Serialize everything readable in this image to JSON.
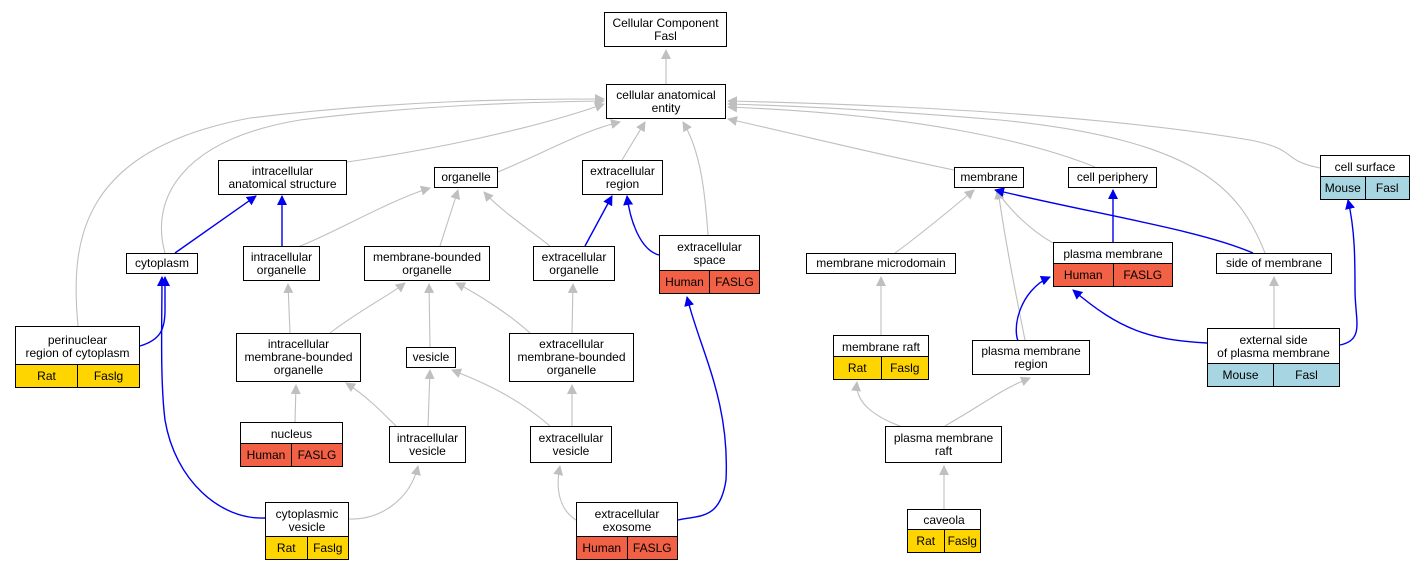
{
  "colors": {
    "edge_gray": "#bfbfbf",
    "edge_blue": "#0000ee",
    "Human": "#f26045",
    "Rat": "#ffd500",
    "Mouse": "#a8d5e2"
  },
  "nodes": {
    "cc_root": {
      "label": "Cellular Component\nFasl"
    },
    "cae": {
      "label": "cellular anatomical\nentity"
    },
    "ias": {
      "label": "intracellular\nanatomical structure"
    },
    "organelle": {
      "label": "organelle"
    },
    "ext_region": {
      "label": "extracellular\nregion"
    },
    "membrane": {
      "label": "membrane"
    },
    "cell_periphery": {
      "label": "cell periphery"
    },
    "cell_surface": {
      "label": "cell surface",
      "tags": [
        {
          "species": "Mouse",
          "gene": "Fasl"
        }
      ]
    },
    "cytoplasm": {
      "label": "cytoplasm"
    },
    "ic_organelle": {
      "label": "intracellular\norganelle"
    },
    "mb_organelle": {
      "label": "membrane-bounded\norganelle"
    },
    "ec_organelle": {
      "label": "extracellular\norganelle"
    },
    "ec_space": {
      "label": "extracellular\nspace",
      "tags": [
        {
          "species": "Human",
          "gene": "FASLG"
        }
      ]
    },
    "memb_micro": {
      "label": "membrane microdomain"
    },
    "plasma_membrane": {
      "label": "plasma membrane",
      "tags": [
        {
          "species": "Human",
          "gene": "FASLG"
        }
      ]
    },
    "side_membrane": {
      "label": "side of membrane"
    },
    "perinuclear": {
      "label": "perinuclear\nregion of cytoplasm",
      "tags": [
        {
          "species": "Rat",
          "gene": "Faslg"
        }
      ]
    },
    "ic_mb_organelle": {
      "label": "intracellular\nmembrane-bounded\norganelle"
    },
    "vesicle": {
      "label": "vesicle"
    },
    "ec_mb_organelle": {
      "label": "extracellular\nmembrane-bounded\norganelle"
    },
    "memb_raft": {
      "label": "membrane raft",
      "tags": [
        {
          "species": "Rat",
          "gene": "Faslg"
        }
      ]
    },
    "pm_region": {
      "label": "plasma membrane\nregion"
    },
    "ext_side_pm": {
      "label": "external side\nof plasma membrane",
      "tags": [
        {
          "species": "Mouse",
          "gene": "Fasl"
        }
      ]
    },
    "nucleus": {
      "label": "nucleus",
      "tags": [
        {
          "species": "Human",
          "gene": "FASLG"
        }
      ]
    },
    "ic_vesicle": {
      "label": "intracellular\nvesicle"
    },
    "ec_vesicle": {
      "label": "extracellular\nvesicle"
    },
    "pm_raft": {
      "label": "plasma membrane\nraft"
    },
    "cyto_vesicle": {
      "label": "cytoplasmic\nvesicle",
      "tags": [
        {
          "species": "Rat",
          "gene": "Faslg"
        }
      ]
    },
    "ec_exosome": {
      "label": "extracellular\nexosome",
      "tags": [
        {
          "species": "Human",
          "gene": "FASLG"
        }
      ]
    },
    "caveola": {
      "label": "caveola",
      "tags": [
        {
          "species": "Rat",
          "gene": "Faslg"
        }
      ]
    }
  }
}
